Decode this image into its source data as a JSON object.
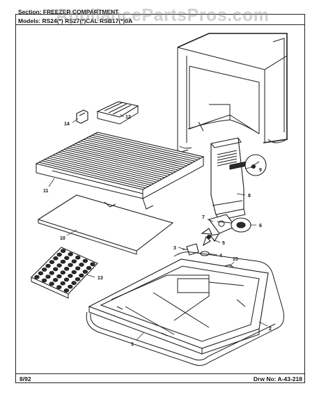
{
  "watermark": "AppliancePartsPros.com",
  "header": {
    "section": "Section: FREEZER COMPARTMENT",
    "models": "Models: RS24(*) RS27(*)CAL RSB17(*)0A"
  },
  "footer": {
    "date": "8/92",
    "drawing": "Drw No: A-43-218"
  },
  "callouts": {
    "c1": "1",
    "c2": "2",
    "c3": "3",
    "c4": "4",
    "c5": "5",
    "c6": "6",
    "c7": "7",
    "c8": "8",
    "c9": "9",
    "c10": "10",
    "c11": "11",
    "c12": "12",
    "c13": "13",
    "c14": "14",
    "c15": "15"
  }
}
